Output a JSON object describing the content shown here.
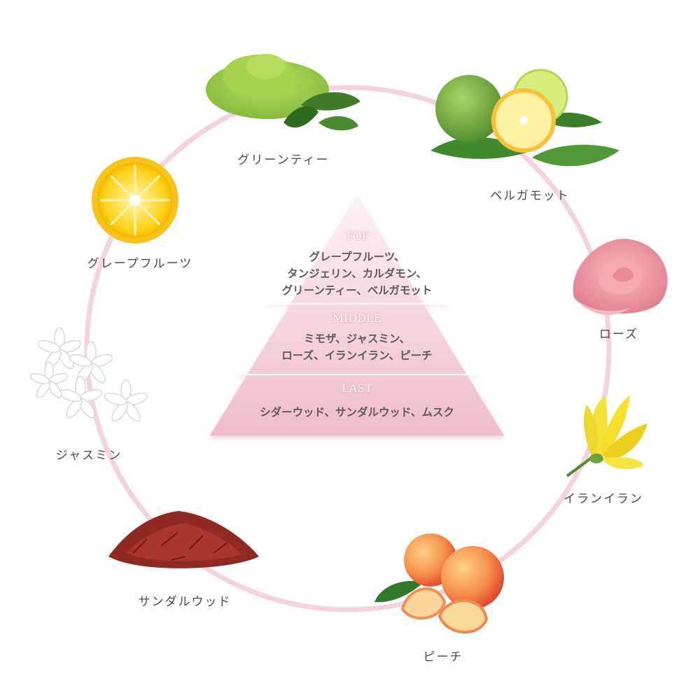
{
  "pyramid": {
    "top": {
      "title": "TOP",
      "line1": "グレープフルーツ、",
      "line2": "タンジェリン、カルダモン、",
      "line3": "グリーンティー、ベルガモット"
    },
    "middle": {
      "title": "MIDDLE",
      "line1": "ミモザ、ジャスミン、",
      "line2": "ローズ、イランイラン、ピーチ"
    },
    "last": {
      "title": "LAST",
      "line1": "シダーウッド、サンダルウッド、ムスク"
    }
  },
  "ingredients": [
    {
      "label": "グリーンティー",
      "icon": "green-tea-powder-icon"
    },
    {
      "label": "ベルガモット",
      "icon": "bergamot-icon"
    },
    {
      "label": "ローズ",
      "icon": "rose-icon"
    },
    {
      "label": "イランイラン",
      "icon": "ylang-ylang-flower-icon"
    },
    {
      "label": "ピーチ",
      "icon": "peach-icon"
    },
    {
      "label": "サンダルウッド",
      "icon": "sandalwood-chips-icon"
    },
    {
      "label": "ジャスミン",
      "icon": "jasmine-flowers-icon"
    },
    {
      "label": "グレープフルーツ",
      "icon": "grapefruit-slice-icon"
    }
  ],
  "colors": {
    "ring": "#f4d3dc",
    "pyramid_light": "#fbe9ee",
    "pyramid_dark": "#f0bfcb",
    "tier_title_glow": "#e7a3b3"
  }
}
